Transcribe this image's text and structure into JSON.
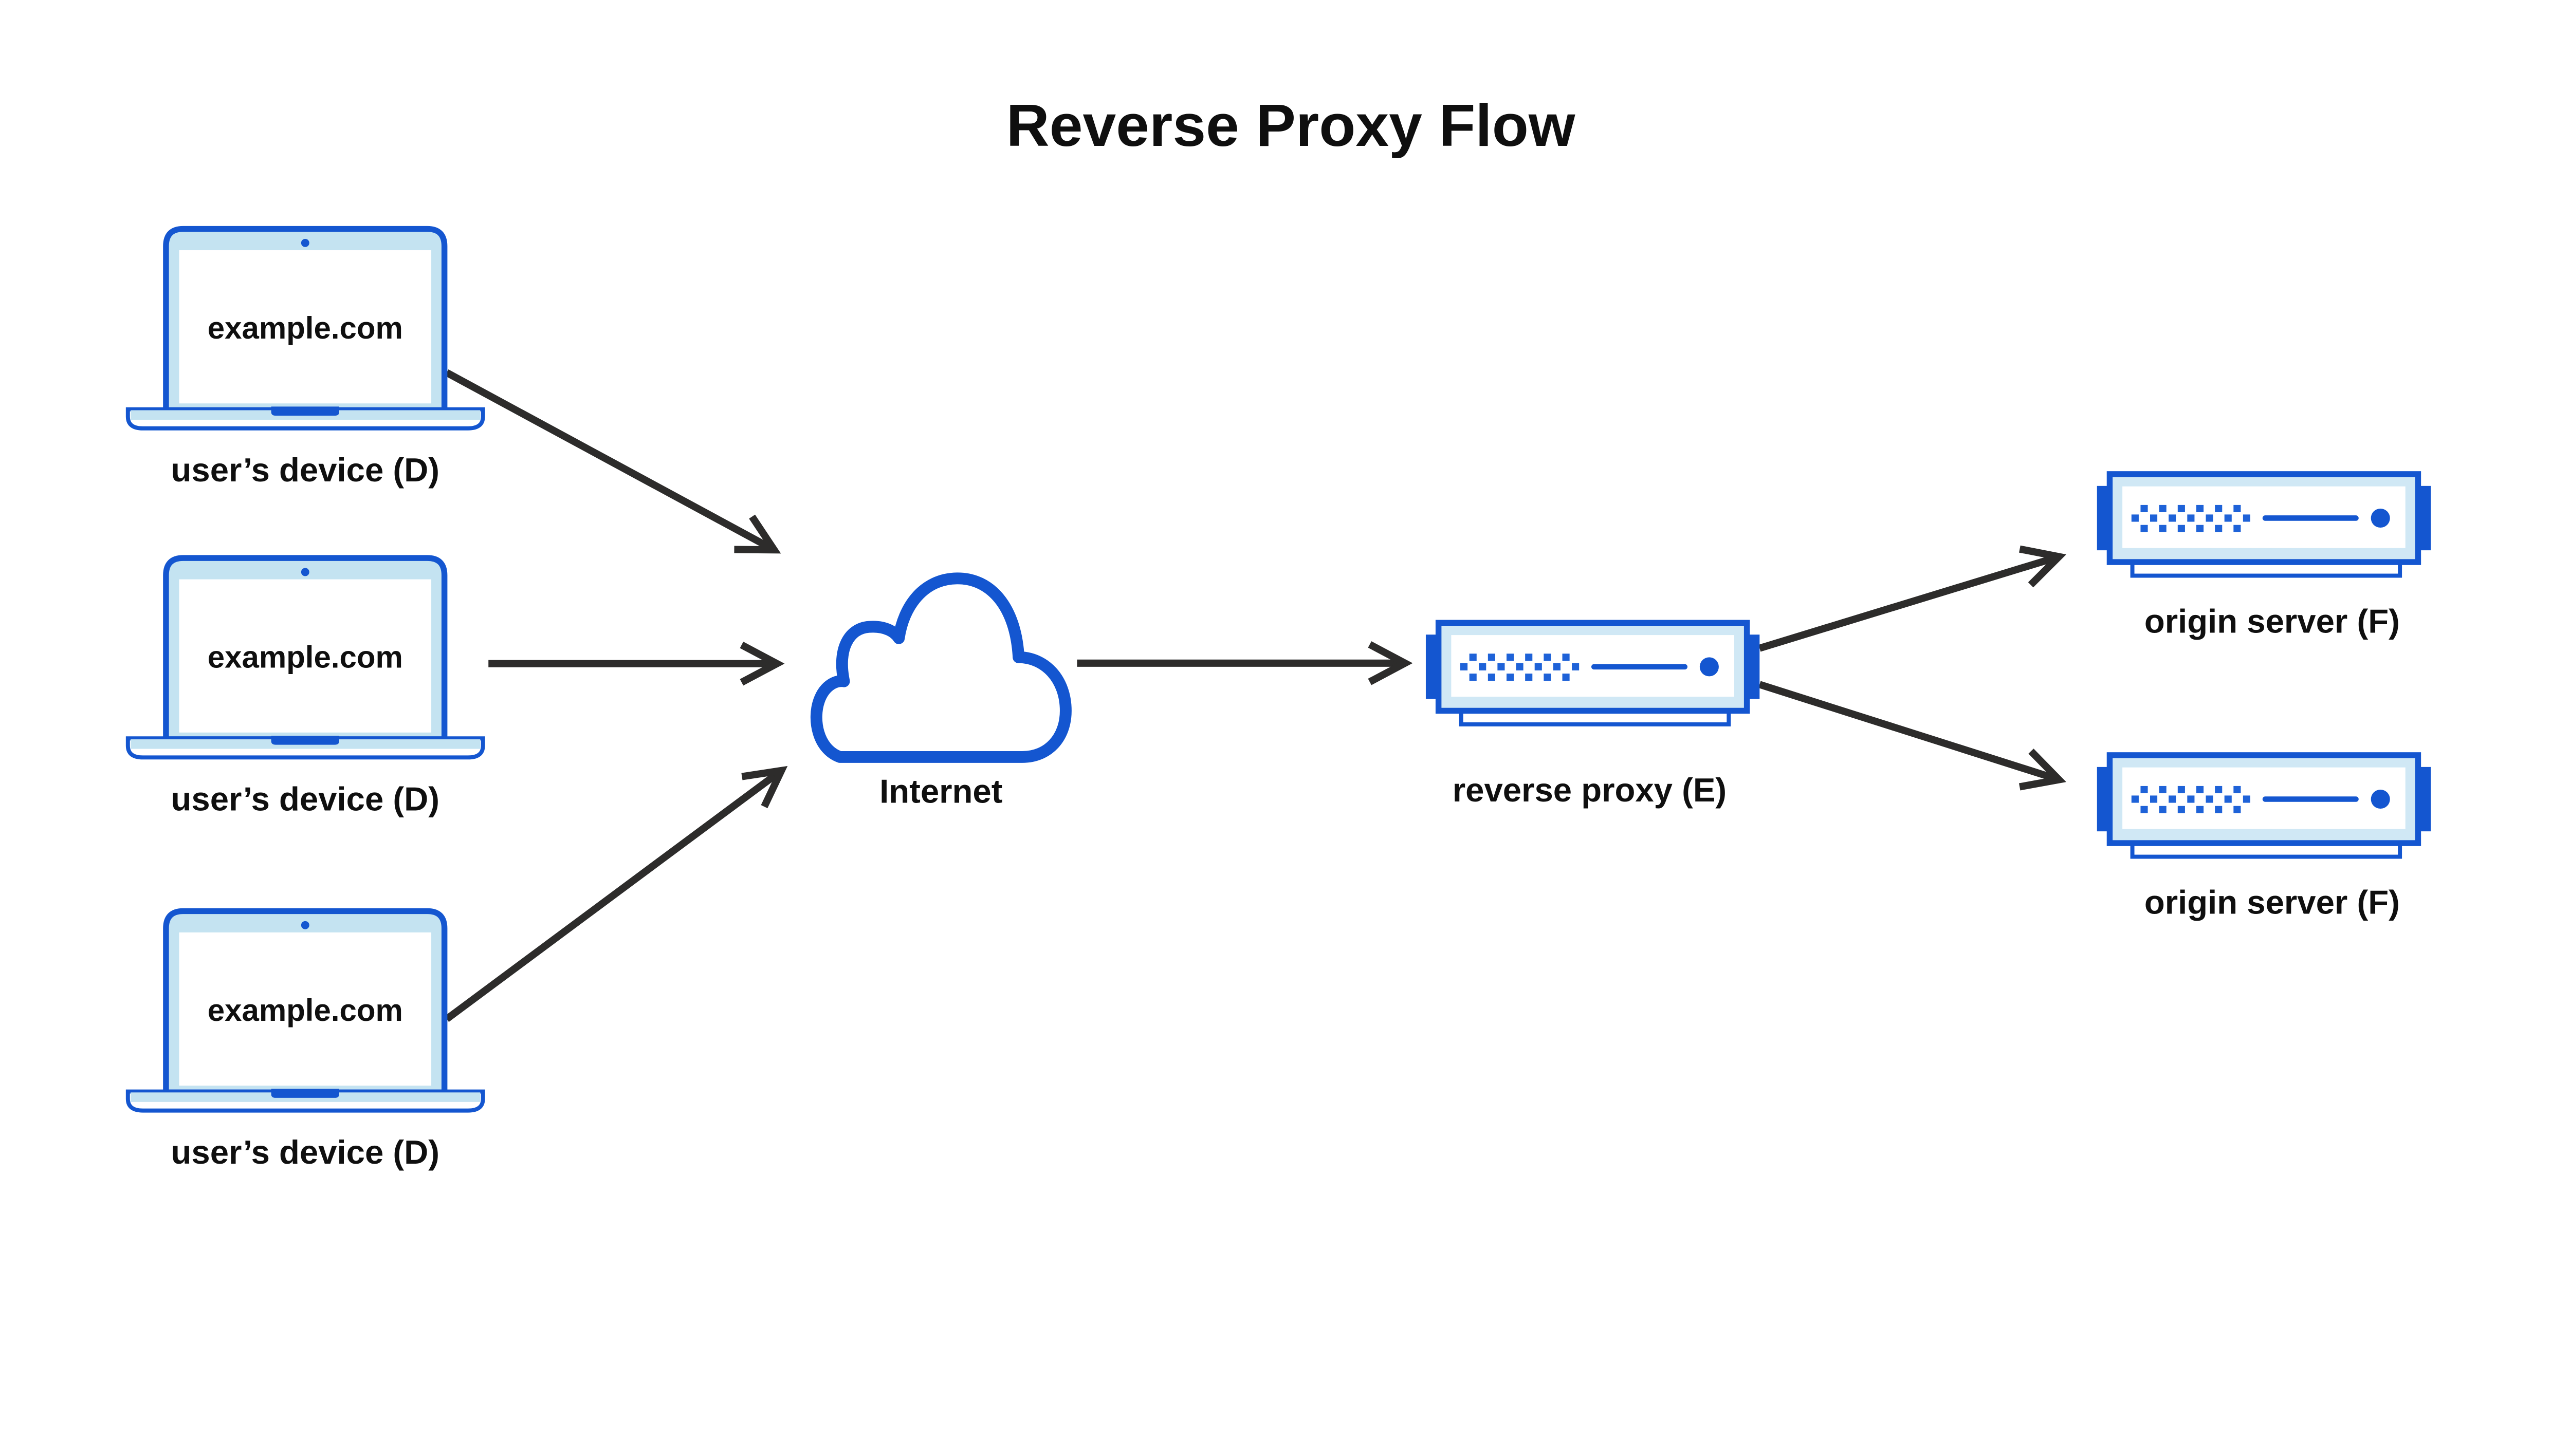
{
  "title": "Reverse Proxy Flow",
  "colors": {
    "blue": "#1456D0",
    "square_blue": "#1E62D8",
    "laptop_light_blue": "#C4E3F1",
    "server_light_blue": "#D0E8F5",
    "arrow_dark": "#2D2C2B",
    "text_black": "#0F0F0F",
    "background": "#FFFFFF"
  },
  "devices": [
    {
      "id": "user-device-1",
      "screen_text": "example.com",
      "label": "user’s device (D)"
    },
    {
      "id": "user-device-2",
      "screen_text": "example.com",
      "label": "user’s device (D)"
    },
    {
      "id": "user-device-3",
      "screen_text": "example.com",
      "label": "user’s device (D)"
    }
  ],
  "internet": {
    "id": "internet",
    "label": "Internet"
  },
  "reverse_proxy": {
    "id": "reverse-proxy",
    "label": "reverse proxy (E)"
  },
  "origin_servers": [
    {
      "id": "origin-server-1",
      "label": "origin server (F)"
    },
    {
      "id": "origin-server-2",
      "label": "origin server (F)"
    }
  ],
  "edges": [
    {
      "from": "user-device-1",
      "to": "internet"
    },
    {
      "from": "user-device-2",
      "to": "internet"
    },
    {
      "from": "user-device-3",
      "to": "internet"
    },
    {
      "from": "internet",
      "to": "reverse-proxy"
    },
    {
      "from": "reverse-proxy",
      "to": "origin-server-1"
    },
    {
      "from": "reverse-proxy",
      "to": "origin-server-2"
    }
  ]
}
